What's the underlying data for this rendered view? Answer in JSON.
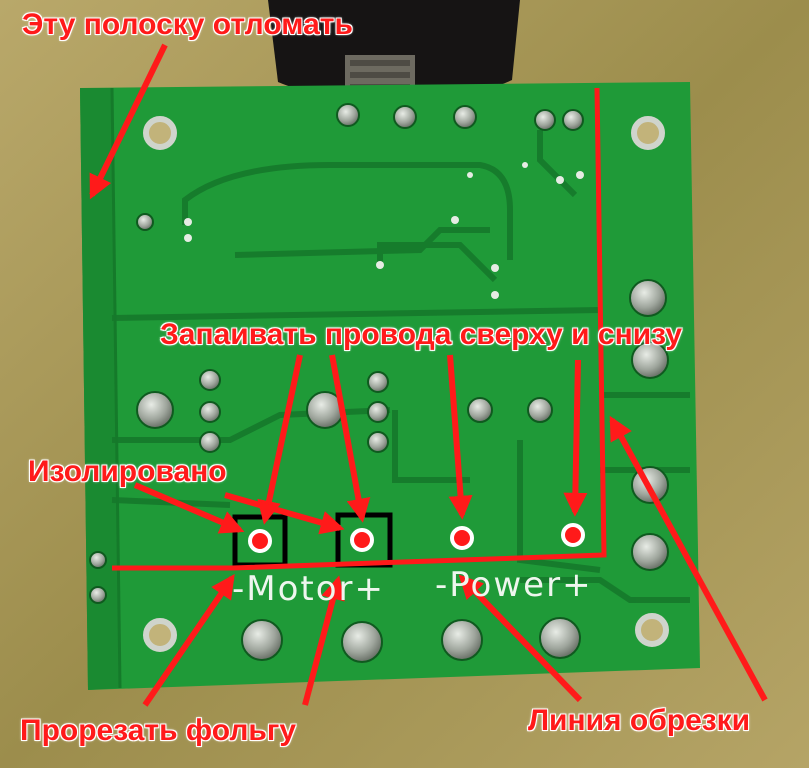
{
  "labels": {
    "break_strip": "Эту полоску отломать",
    "solder_wires": "Запаивать провода сверху и снизу",
    "insulated": "Изолировано",
    "cut_foil": "Прорезать фольгу",
    "cut_line": "Линия обрезки"
  },
  "silkscreen": {
    "motor": "-Motor+",
    "power": "-Power+"
  },
  "colors": {
    "annotation": "#ff1a1a",
    "pcb": "#1f9a38",
    "pcb_dark": "#14752a",
    "pad": "#9aa29a",
    "background": "#a89a57"
  }
}
